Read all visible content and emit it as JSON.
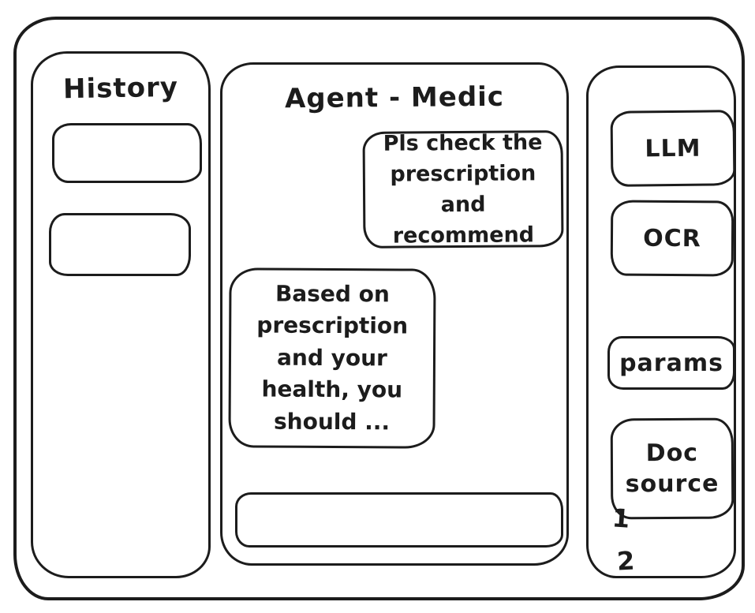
{
  "window": {
    "background": "#ffffff",
    "stroke_color": "#1c1c1c"
  },
  "sidebar": {
    "title": "History",
    "items": [
      {
        "label": ""
      },
      {
        "label": ""
      }
    ]
  },
  "chat": {
    "title": "Agent - Medic",
    "messages": [
      {
        "role": "user",
        "text": "Pls check the prescription and recommend"
      },
      {
        "role": "assistant",
        "text": "Based on prescription and your health, you should ..."
      }
    ],
    "input": {
      "value": "",
      "placeholder": ""
    }
  },
  "tools": {
    "buttons": [
      {
        "id": "llm",
        "label": "LLM"
      },
      {
        "id": "ocr",
        "label": "OCR"
      },
      {
        "id": "params",
        "label": "params"
      },
      {
        "id": "doc-source",
        "label": "Doc source"
      }
    ],
    "doc_list": [
      {
        "label": "1"
      },
      {
        "label": "2"
      }
    ]
  }
}
